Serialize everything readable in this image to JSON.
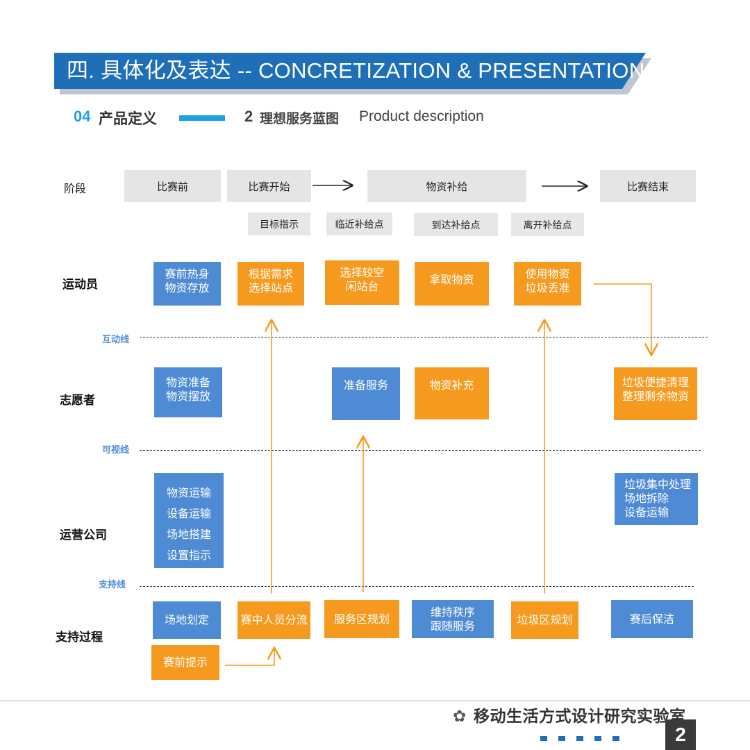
{
  "header": {
    "title": "四. 具体化及表达 -- CONCRETIZATION & PRESENTATION",
    "section_number": "04",
    "section_label": "产品定义",
    "sub_number": "2",
    "sub_label": "理想服务蓝图",
    "sub_english": "Product description"
  },
  "blueprint": {
    "stage_label": "阶段",
    "stages": [
      "比赛前",
      "比赛开始",
      "物资补给",
      "比赛结束"
    ],
    "sub_stages": [
      "目标指示",
      "临近补给点",
      "到达补给点",
      "离开补给点"
    ],
    "rows": {
      "athlete": "运动员",
      "volunteer": "志愿者",
      "company": "运营公司",
      "support": "支持过程"
    },
    "lines": {
      "interaction": "互动线",
      "visibility": "可视线",
      "support": "支持线"
    },
    "athlete_boxes": [
      [
        "赛前热身",
        "物资存放"
      ],
      [
        "根据需求",
        "选择站点"
      ],
      [
        "选择较空",
        "闲站台"
      ],
      [
        "拿取物资"
      ],
      [
        "使用物资",
        "垃圾丢准"
      ]
    ],
    "volunteer_boxes": [
      [
        "物资准备",
        "物资摆放"
      ],
      [
        "准备服务"
      ],
      [
        "物资补充"
      ],
      [
        "垃圾便捷清理",
        "整理剩余物资"
      ]
    ],
    "company_boxes": [
      [
        "物资运输",
        "设备运输",
        "场地搭建",
        "设置指示"
      ],
      [
        "垃圾集中处理",
        "场地拆除",
        "设备运输"
      ]
    ],
    "support_boxes": [
      [
        "场地划定"
      ],
      [
        "赛中人员分流"
      ],
      [
        "服务区规划"
      ],
      [
        "维持秩序",
        "跟随服务"
      ],
      [
        "垃圾区规划"
      ],
      [
        "赛后保洁"
      ],
      [
        "赛前提示"
      ]
    ]
  },
  "colors": {
    "banner": "#1f6fb8",
    "accent": "#1ea0e6",
    "blue_box": "#4e8bd4",
    "orange_box": "#f59a1e",
    "stage_gray": "#e5e5e5"
  },
  "footer": {
    "watermark": "移动生活方式设计研究实验室",
    "page": "2"
  }
}
